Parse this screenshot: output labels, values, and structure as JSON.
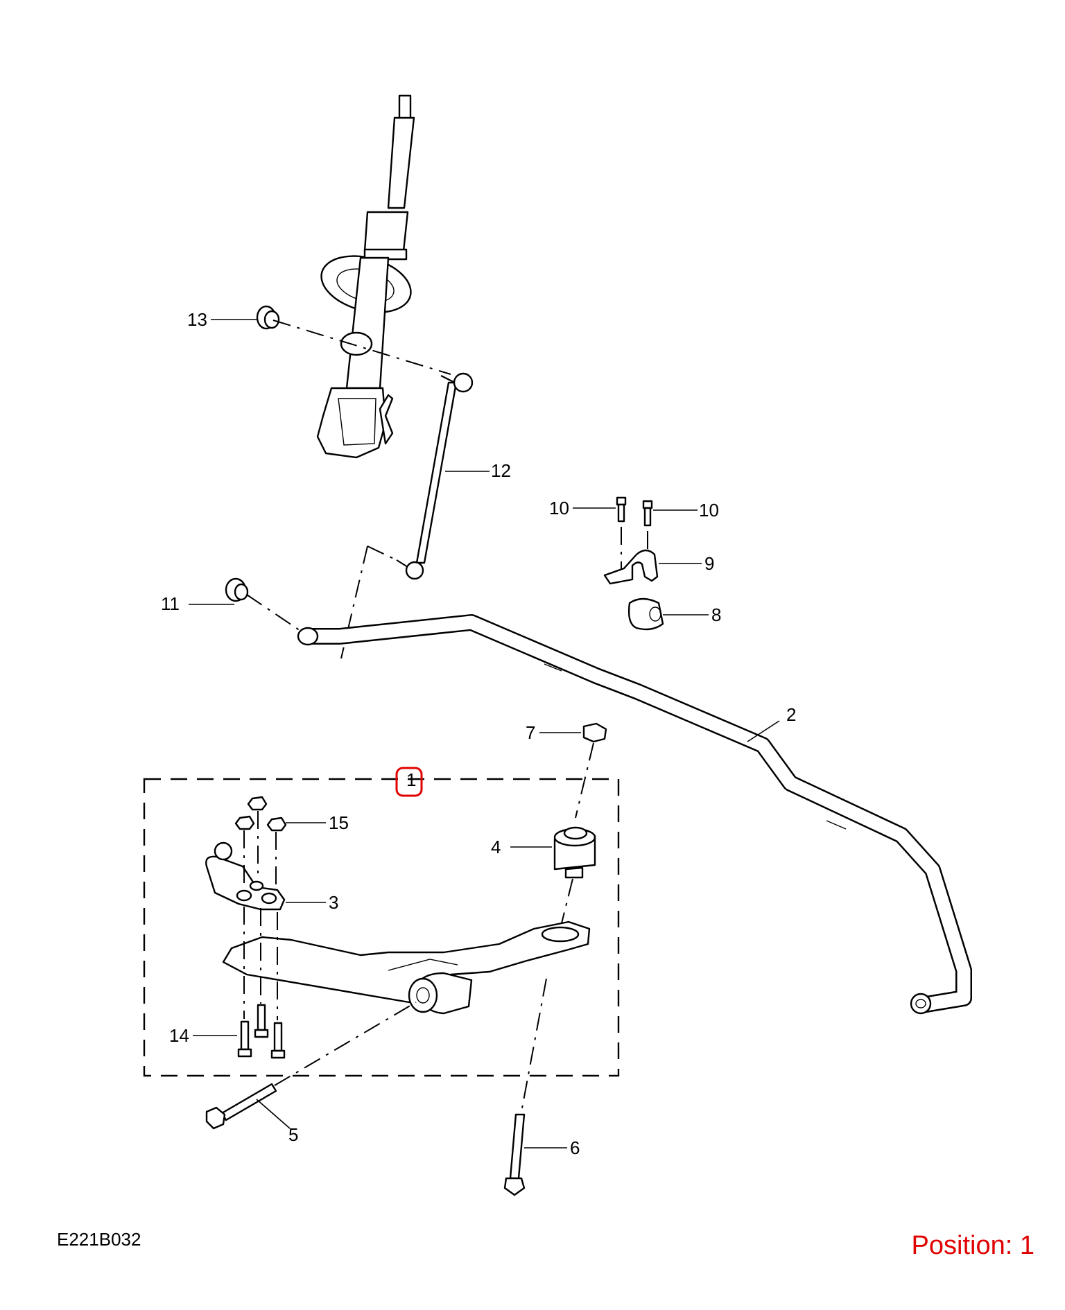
{
  "diagram_code": "E221B032",
  "position": {
    "text": "Position: 1",
    "color": "#e00000"
  },
  "highlight_color": "#e00000",
  "callouts": {
    "c1": "1",
    "c2": "2",
    "c3": "3",
    "c4": "4",
    "c5": "5",
    "c6": "6",
    "c7": "7",
    "c8": "8",
    "c9": "9",
    "c10a": "10",
    "c10b": "10",
    "c11": "11",
    "c12": "12",
    "c13": "13",
    "c14": "14",
    "c15": "15"
  }
}
